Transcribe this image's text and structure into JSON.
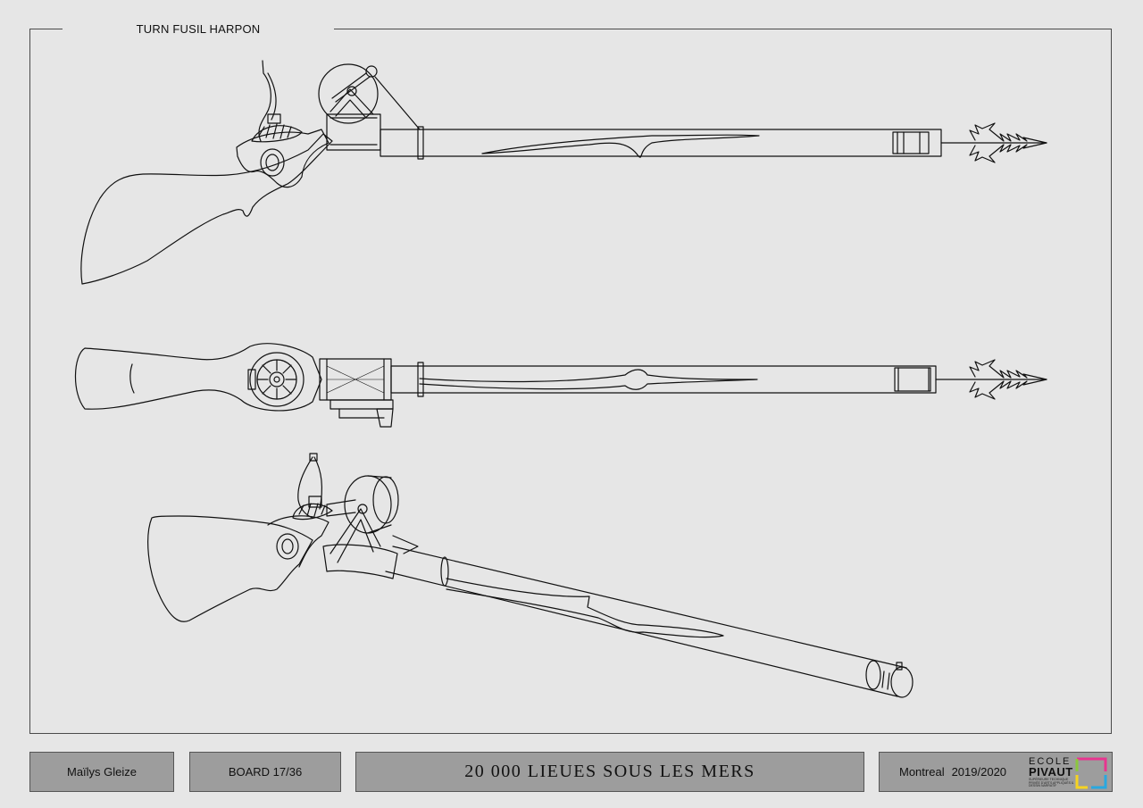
{
  "board": {
    "title": "TURN FUSIL HARPON",
    "author": "Maïlys Gleize",
    "board_number": "BOARD 17/36",
    "project_title": "20 000 LIEUES SOUS LES MERS",
    "city": "Montreal",
    "year": "2019/2020"
  },
  "logo": {
    "line1": "ECOLE",
    "line2": "PIVAUT",
    "line3": "SUPÉRIEURE TECHNIQUE PRIVÉE D'ARTS APPLIQUÉS & DESSIN NARRATIF",
    "colors": [
      "#e8358f",
      "#29a8e0",
      "#f6d321",
      "#8cc63f"
    ]
  }
}
